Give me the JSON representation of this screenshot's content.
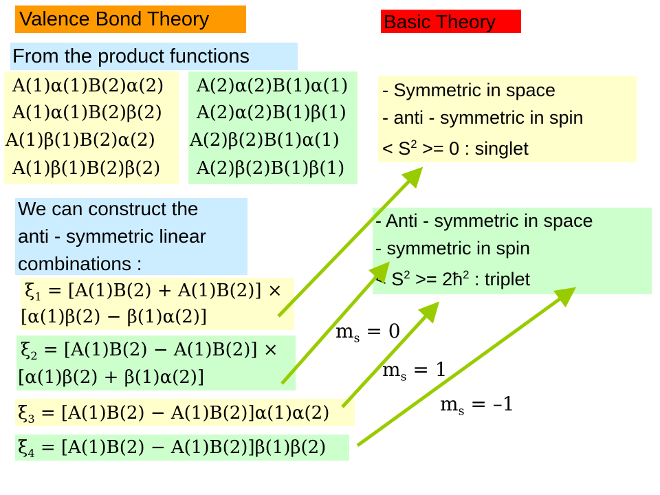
{
  "title": "Valence Bond Theory",
  "subtitle": "Basic Theory",
  "product_heading": "From the product functions",
  "products_left": [
    "A(1)α(1)B(2)α(2)",
    "A(1)α(1)B(2)β(2)",
    "A(1)β(1)B(2)α(2)",
    "A(1)β(1)B(2)β(2)"
  ],
  "products_right": [
    "A(2)α(2)B(1)α(1)",
    "A(2)α(2)B(1)β(1)",
    "A(2)β(2)B(1)α(1)",
    "A(2)β(2)B(1)β(1)"
  ],
  "singlet_box": {
    "line1": "- Symmetric in space",
    "line2": "- anti - symmetric in spin",
    "line3_pre": "< S",
    "line3_sup": "2",
    "line3_post": " >= 0 :  singlet"
  },
  "triplet_box": {
    "line1": "- Anti - symmetric in space",
    "line2": "- symmetric in spin",
    "line3_pre": "< S",
    "line3_sup": "2",
    "line3_mid": " >= 2ħ",
    "line3_sup2": "2",
    "line3_post": " :  triplet"
  },
  "construct_text": [
    "We can construct the",
    "anti - symmetric linear",
    "combinations :"
  ],
  "xi1": {
    "symbol": "ξ",
    "index": "1",
    "line1": " = [A(1)B(2) + A(1)B(2)] ×",
    "line2": "[α(1)β(2) − β(1)α(2)]"
  },
  "xi2": {
    "symbol": "ξ",
    "index": "2",
    "line1": " = [A(1)B(2) − A(1)B(2)] ×",
    "line2": "[α(1)β(2) + β(1)α(2)]"
  },
  "xi3": {
    "symbol": "ξ",
    "index": "3",
    "line1": " = [A(1)B(2) − A(1)B(2)]α(1)α(2)"
  },
  "xi4": {
    "symbol": "ξ",
    "index": "4",
    "line1": " = [A(1)B(2) − A(1)B(2)]β(1)β(2)"
  },
  "ms_labels": [
    {
      "base": "m",
      "sub": "s",
      "value": " = 0"
    },
    {
      "base": "m",
      "sub": "s",
      "value": " = 1"
    },
    {
      "base": "m",
      "sub": "s",
      "value": " = –1"
    }
  ],
  "colors": {
    "orange": "#FF9900",
    "red": "#FF0000",
    "light_blue": "#CCECFF",
    "light_yellow": "#FFFFCC",
    "light_green": "#CCFFCC",
    "arrow_green": "#99CC00"
  }
}
